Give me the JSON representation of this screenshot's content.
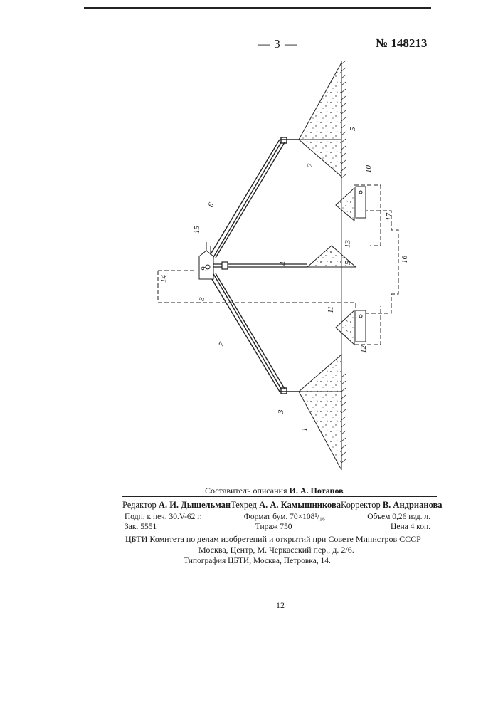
{
  "header": {
    "page_number": "— 3 —",
    "patent_number": "№ 148213"
  },
  "figure": {
    "labels": [
      "1",
      "2",
      "3",
      "4",
      "5",
      "5",
      "6",
      "7",
      "8",
      "9",
      "10",
      "11",
      "12",
      "13",
      "14",
      "15",
      "16",
      "17"
    ]
  },
  "colophon": {
    "compiler_label": "Составитель описания",
    "compiler_name": "И. А. Потапов",
    "editor_label": "Редактор",
    "editor_name": "А. И. Дышельман",
    "techeditor_label": "Техред",
    "techeditor_name": "А. А. Камышникова",
    "corrector_label": "Корректор",
    "corrector_name": "В. Андрианова",
    "signed": "Подп. к печ. 30.V-62 г.",
    "format": "Формат бум. 70×108¹/₁₆",
    "volume": "Объем 0,26 изд. л.",
    "order": "Зак. 5551",
    "run": "Тираж 750",
    "price": "Цена 4 коп.",
    "publisher": "ЦБТИ Комитета по делам изобретений и открытий при Совете Министров СССР",
    "address": "Москва, Центр, М. Черкасский пер., д. 2/6.",
    "printer": "Типография ЦБТИ, Москва, Петровка, 14."
  },
  "footer": {
    "number": "12"
  }
}
